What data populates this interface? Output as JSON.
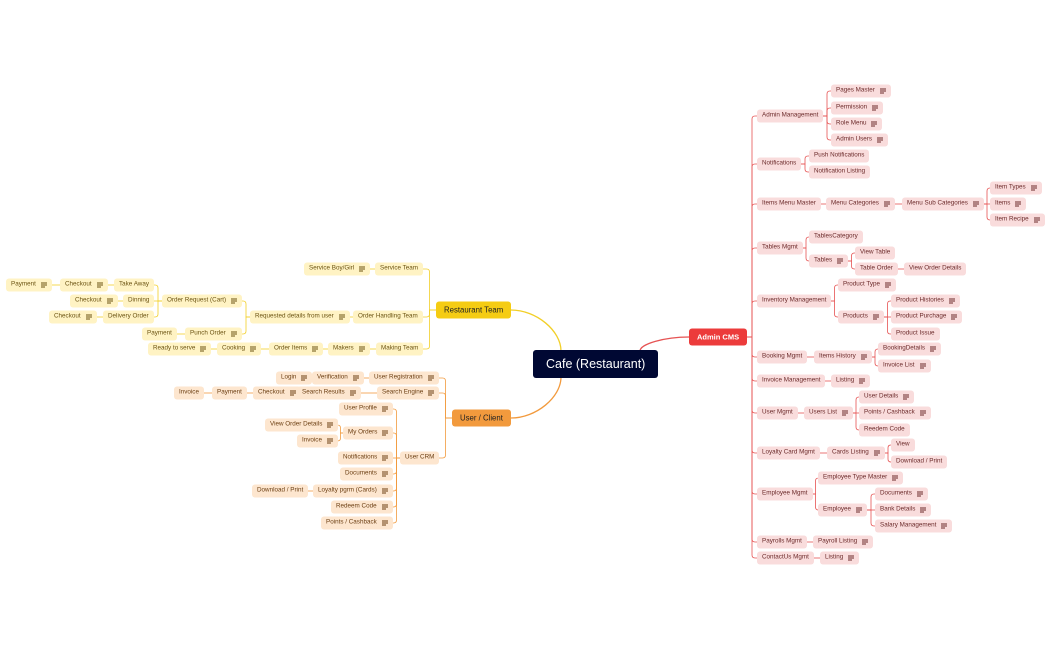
{
  "colors": {
    "admin_line": "#e65353",
    "team_line": "#f2cf27",
    "user_line": "#f29a3d",
    "root_bg": "#000833"
  },
  "mindmap": {
    "id": "root",
    "label": "Cafe (Restaurant)",
    "children": [
      {
        "id": "admin",
        "label": "Admin CMS",
        "branch": "admin",
        "children": [
          {
            "id": "admin-mgmt",
            "label": "Admin Management",
            "children": [
              {
                "id": "pages-master",
                "label": "Pages Master",
                "note": true
              },
              {
                "id": "permission",
                "label": "Permission",
                "note": true
              },
              {
                "id": "role-menu",
                "label": "Role Menu",
                "note": true
              },
              {
                "id": "admin-users",
                "label": "Admin Users",
                "note": true
              }
            ]
          },
          {
            "id": "notifications-admin",
            "label": "Notifications",
            "children": [
              {
                "id": "push-notifications",
                "label": "Push Notifications"
              },
              {
                "id": "notification-listing",
                "label": "Notification Listing"
              }
            ]
          },
          {
            "id": "items-menu-master",
            "label": "Items Menu Master",
            "children": [
              {
                "id": "menu-categories",
                "label": "Menu Categories",
                "note": true,
                "children": [
                  {
                    "id": "menu-sub-categories",
                    "label": "Menu Sub Categories",
                    "note": true,
                    "children": [
                      {
                        "id": "item-types",
                        "label": "Item Types",
                        "note": true
                      },
                      {
                        "id": "items",
                        "label": "Items",
                        "note": true
                      },
                      {
                        "id": "item-recipe",
                        "label": "Item Recipe",
                        "note": true
                      }
                    ]
                  }
                ]
              }
            ]
          },
          {
            "id": "tables-mgmt",
            "label": "Tables Mgmt",
            "children": [
              {
                "id": "tables-category",
                "label": "TablesCategory"
              },
              {
                "id": "tables",
                "label": "Tables",
                "note": true,
                "children": [
                  {
                    "id": "view-table",
                    "label": "View Table"
                  },
                  {
                    "id": "table-order",
                    "label": "Table Order",
                    "children": [
                      {
                        "id": "view-order-details-admin",
                        "label": "View Order Details"
                      }
                    ]
                  }
                ]
              }
            ]
          },
          {
            "id": "inventory-mgmt",
            "label": "Inventory Management",
            "children": [
              {
                "id": "product-type",
                "label": "Product Type",
                "note": true
              },
              {
                "id": "products",
                "label": "Products",
                "note": true,
                "children": [
                  {
                    "id": "product-histories",
                    "label": "Product Histories",
                    "note": true
                  },
                  {
                    "id": "product-purchage",
                    "label": "Product Purchage",
                    "note": true
                  },
                  {
                    "id": "product-issue",
                    "label": "Product Issue"
                  }
                ]
              }
            ]
          },
          {
            "id": "booking-mgmt",
            "label": "Booking Mgmt",
            "children": [
              {
                "id": "items-history",
                "label": "Items History",
                "note": true,
                "children": [
                  {
                    "id": "booking-details",
                    "label": "BookingDetails",
                    "note": true
                  },
                  {
                    "id": "invoice-list",
                    "label": "Invoice List",
                    "note": true
                  }
                ]
              }
            ]
          },
          {
            "id": "invoice-mgmt",
            "label": "Invoice Management",
            "children": [
              {
                "id": "invoice-listing",
                "label": "Listing",
                "note": true
              }
            ]
          },
          {
            "id": "user-mgmt",
            "label": "User Mgmt",
            "children": [
              {
                "id": "users-list",
                "label": "Users List",
                "note": true,
                "children": [
                  {
                    "id": "user-details",
                    "label": "User Details",
                    "note": true
                  },
                  {
                    "id": "points-cashback-admin",
                    "label": "Points / Cashback",
                    "note": true
                  },
                  {
                    "id": "reedem-code-admin",
                    "label": "Reedem Code"
                  }
                ]
              }
            ]
          },
          {
            "id": "loyalty-card-mgmt",
            "label": "Loyalty Card Mgmt",
            "children": [
              {
                "id": "cards-listing",
                "label": "Cards Listing",
                "note": true,
                "children": [
                  {
                    "id": "view",
                    "label": "View"
                  },
                  {
                    "id": "download-print-admin",
                    "label": "Download / Print"
                  }
                ]
              }
            ]
          },
          {
            "id": "employee-mgmt",
            "label": "Employee Mgmt",
            "children": [
              {
                "id": "employee-type-master",
                "label": "Employee Type Master",
                "note": true
              },
              {
                "id": "employee",
                "label": "Employee",
                "note": true,
                "children": [
                  {
                    "id": "documents-admin",
                    "label": "Documents",
                    "note": true
                  },
                  {
                    "id": "bank-details",
                    "label": "Bank Details",
                    "note": true
                  },
                  {
                    "id": "salary-management",
                    "label": "Salary Management",
                    "note": true
                  }
                ]
              }
            ]
          },
          {
            "id": "payrolls-mgmt",
            "label": "Payrolls Mgmt",
            "children": [
              {
                "id": "payroll-listing",
                "label": "Payroll Listing",
                "note": true
              }
            ]
          },
          {
            "id": "contactus-mgmt",
            "label": "ContactUs Mgmt",
            "children": [
              {
                "id": "contact-listing",
                "label": "Listing",
                "note": true
              }
            ]
          }
        ]
      },
      {
        "id": "team",
        "label": "Restaurant Team",
        "branch": "team",
        "children": [
          {
            "id": "service-team",
            "label": "Service Team",
            "children": [
              {
                "id": "service-boy-girl",
                "label": "Service Boy/Girl",
                "note": true
              }
            ]
          },
          {
            "id": "order-handling-team",
            "label": "Order Handling Team",
            "children": [
              {
                "id": "requested-details",
                "label": "Requested details from user",
                "note": true,
                "children": [
                  {
                    "id": "order-request-cart",
                    "label": "Order Request (Cart)",
                    "note": true,
                    "children": [
                      {
                        "id": "take-away",
                        "label": "Take Away",
                        "children": [
                          {
                            "id": "checkout-takeaway",
                            "label": "Checkout",
                            "note": true,
                            "children": [
                              {
                                "id": "payment-takeaway",
                                "label": "Payment",
                                "note": true
                              }
                            ]
                          }
                        ]
                      },
                      {
                        "id": "dinning",
                        "label": "Dinning",
                        "children": [
                          {
                            "id": "checkout-dinning",
                            "label": "Checkout",
                            "note": true
                          }
                        ]
                      },
                      {
                        "id": "delivery-order",
                        "label": "Delivery Order",
                        "children": [
                          {
                            "id": "checkout-delivery",
                            "label": "Checkout",
                            "note": true
                          }
                        ]
                      }
                    ]
                  },
                  {
                    "id": "punch-order",
                    "label": "Punch Order",
                    "note": true,
                    "children": [
                      {
                        "id": "payment-punch",
                        "label": "Payment"
                      }
                    ]
                  }
                ]
              }
            ]
          },
          {
            "id": "making-team",
            "label": "Making Team",
            "children": [
              {
                "id": "makers",
                "label": "Makers",
                "note": true,
                "children": [
                  {
                    "id": "order-items",
                    "label": "Order Items",
                    "note": true,
                    "children": [
                      {
                        "id": "cooking",
                        "label": "Cooking",
                        "note": true,
                        "children": [
                          {
                            "id": "ready-to-serve",
                            "label": "Ready to serve",
                            "note": true
                          }
                        ]
                      }
                    ]
                  }
                ]
              }
            ]
          }
        ]
      },
      {
        "id": "user",
        "label": "User / Client",
        "branch": "user",
        "children": [
          {
            "id": "user-registration",
            "label": "User Registration",
            "note": true,
            "children": [
              {
                "id": "verification",
                "label": "Verification",
                "note": true,
                "children": [
                  {
                    "id": "login",
                    "label": "Login",
                    "note": true
                  }
                ]
              }
            ]
          },
          {
            "id": "search-engine",
            "label": "Search Engine",
            "note": true,
            "children": [
              {
                "id": "search-results",
                "label": "Search Results",
                "note": true,
                "children": [
                  {
                    "id": "checkout-search",
                    "label": "Checkout",
                    "note": true,
                    "children": [
                      {
                        "id": "payment-search",
                        "label": "Payment",
                        "children": [
                          {
                            "id": "invoice-search",
                            "label": "Invoice"
                          }
                        ]
                      }
                    ]
                  }
                ]
              }
            ]
          },
          {
            "id": "user-crm",
            "label": "User CRM",
            "children": [
              {
                "id": "user-profile",
                "label": "User Profile",
                "note": true
              },
              {
                "id": "my-orders",
                "label": "My Orders",
                "note": true,
                "children": [
                  {
                    "id": "view-order-details-user",
                    "label": "View Order Details",
                    "note": true
                  },
                  {
                    "id": "invoice-user",
                    "label": "Invoice",
                    "note": true
                  }
                ]
              },
              {
                "id": "notifications-user",
                "label": "Notifications",
                "note": true
              },
              {
                "id": "documents-user",
                "label": "Documents",
                "note": true
              },
              {
                "id": "loyalty-pgrm-cards",
                "label": "Loyalty pgrm (Cards)",
                "note": true,
                "children": [
                  {
                    "id": "download-print-user",
                    "label": "Download / Print"
                  }
                ]
              },
              {
                "id": "redeem-code-user",
                "label": "Redeem Code",
                "note": true
              },
              {
                "id": "points-cashback-user",
                "label": "Points / Cashback",
                "note": true
              }
            ]
          }
        ]
      }
    ]
  }
}
